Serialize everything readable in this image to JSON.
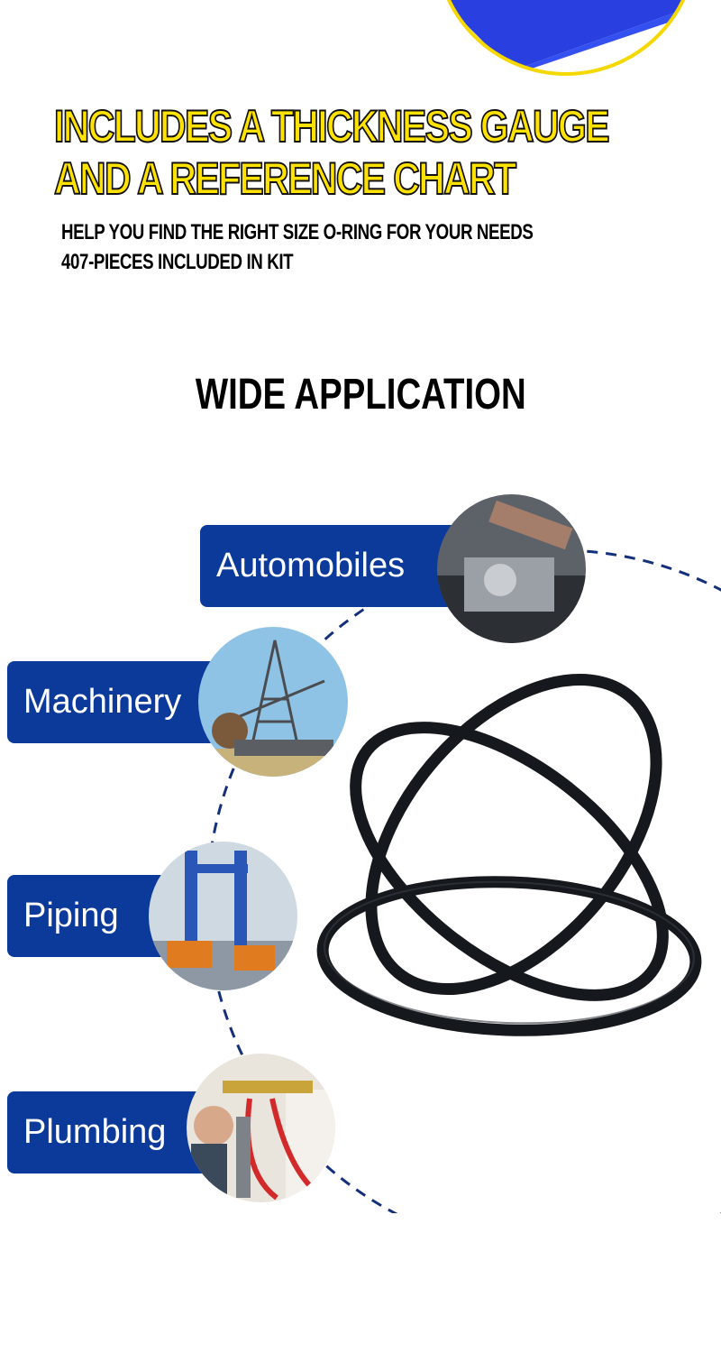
{
  "headline": {
    "line1": "INCLUDES A THICKNESS GAUGE",
    "line2": "AND A REFERENCE CHART"
  },
  "subtext": {
    "line1": "HELP YOU FIND THE RIGHT SIZE O-RING FOR YOUR NEEDS",
    "line2": "407-PIECES INCLUDED IN KIT"
  },
  "section_title": "WIDE APPLICATION",
  "applications": [
    {
      "label": "Automobiles"
    },
    {
      "label": "Machinery"
    },
    {
      "label": "Piping"
    },
    {
      "label": "Plumbing"
    }
  ],
  "colors": {
    "accent_yellow": "#ffe200",
    "label_blue": "#0b3a9b",
    "case_blue": "#2a3fe0",
    "dash_blue": "#14307a"
  }
}
